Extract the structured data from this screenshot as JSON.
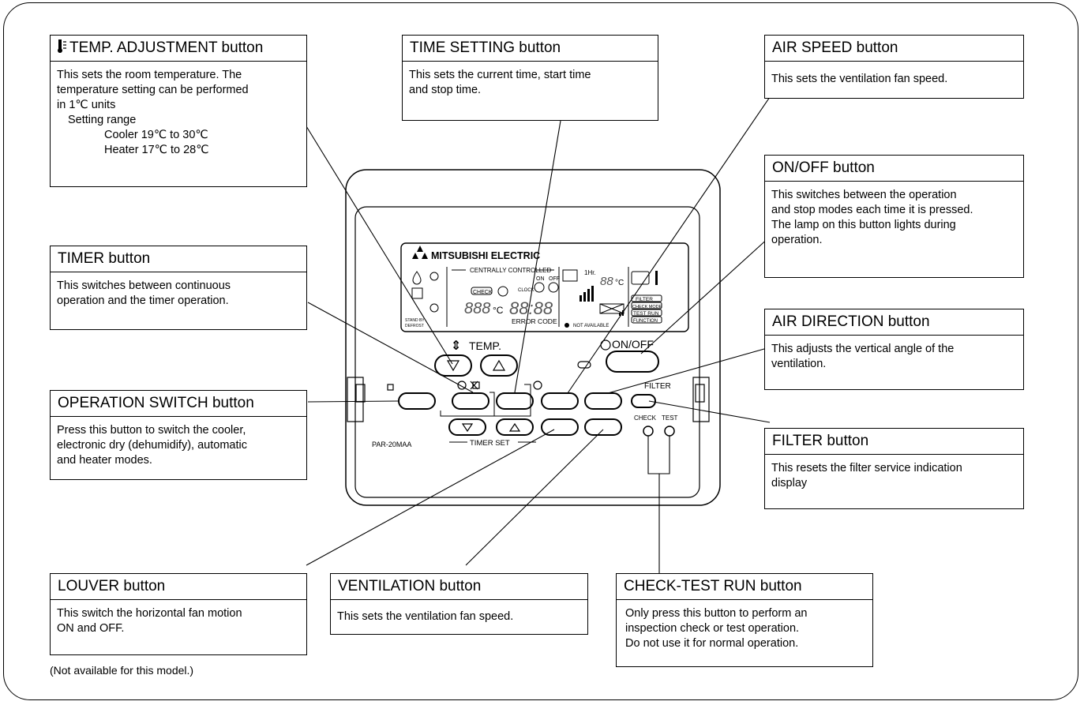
{
  "callouts": {
    "temp_adjustment": {
      "title": "TEMP. ADJUSTMENT button",
      "lines": [
        "This sets the room temperature. The",
        "temperature setting can be performed",
        "in 1℃ units",
        "Setting range",
        "Cooler 19℃ to 30℃",
        "Heater 17℃ to 28℃"
      ]
    },
    "time_setting": {
      "title": "TIME SETTING button",
      "lines": [
        "This sets the current time, start time",
        "and stop time."
      ]
    },
    "air_speed": {
      "title": "AIR SPEED button",
      "lines": [
        "This sets the ventilation fan speed."
      ]
    },
    "on_off": {
      "title": "ON/OFF button",
      "lines": [
        "This switches between the operation",
        "and stop modes each time it is pressed.",
        "The lamp on this button lights during",
        "operation."
      ]
    },
    "timer": {
      "title": "TIMER button",
      "lines": [
        "This switches between continuous",
        "operation and the timer operation."
      ]
    },
    "air_direction": {
      "title": "AIR DIRECTION button",
      "lines": [
        "This adjusts the vertical angle of the",
        "ventilation."
      ]
    },
    "operation_switch": {
      "title": "OPERATION SWITCH button",
      "lines": [
        "Press this button to switch the cooler,",
        "electronic dry (dehumidify), automatic",
        "and heater modes."
      ]
    },
    "filter": {
      "title": "FILTER button",
      "lines": [
        "This resets the filter service indication",
        "display"
      ]
    },
    "louver": {
      "title": "LOUVER button",
      "lines": [
        "This switch the horizontal fan motion",
        "ON and OFF."
      ],
      "note": "(Not available for this model.)"
    },
    "ventilation": {
      "title": "VENTILATION button",
      "lines": [
        "This sets the ventilation fan speed."
      ]
    },
    "check_test_run": {
      "title": "CHECK-TEST RUN button",
      "lines": [
        "Only press this button to perform an",
        "inspection check or test operation.",
        "Do not use it for normal operation."
      ]
    }
  },
  "remote": {
    "brand": "MITSUBISHI ELECTRIC",
    "model": "PAR-20MAA",
    "centrally_controlled": "CENTRALLY CONTROLLED",
    "check_badge": "CHECK",
    "on_label": "ON",
    "off_label": "OFF",
    "clock_label": "CLOCK",
    "one_hr": "1Hr.",
    "temp_digits": "888",
    "deg_c": "°C",
    "clock_digits": "88:88",
    "two_digits": "88",
    "error_code": "ERROR CODE",
    "not_available": "NOT AVAILABLE",
    "standby": "STAND BY",
    "defrost": "DEFROST",
    "status": [
      "FILTER",
      "CHECK MODE",
      "TEST RUN",
      "FUNCTION"
    ],
    "temp_label": "TEMP.",
    "onoff_label": "ON/OFF",
    "filter_label": "FILTER",
    "check_label": "CHECK",
    "test_label": "TEST",
    "timer_set": "TIMER SET"
  }
}
